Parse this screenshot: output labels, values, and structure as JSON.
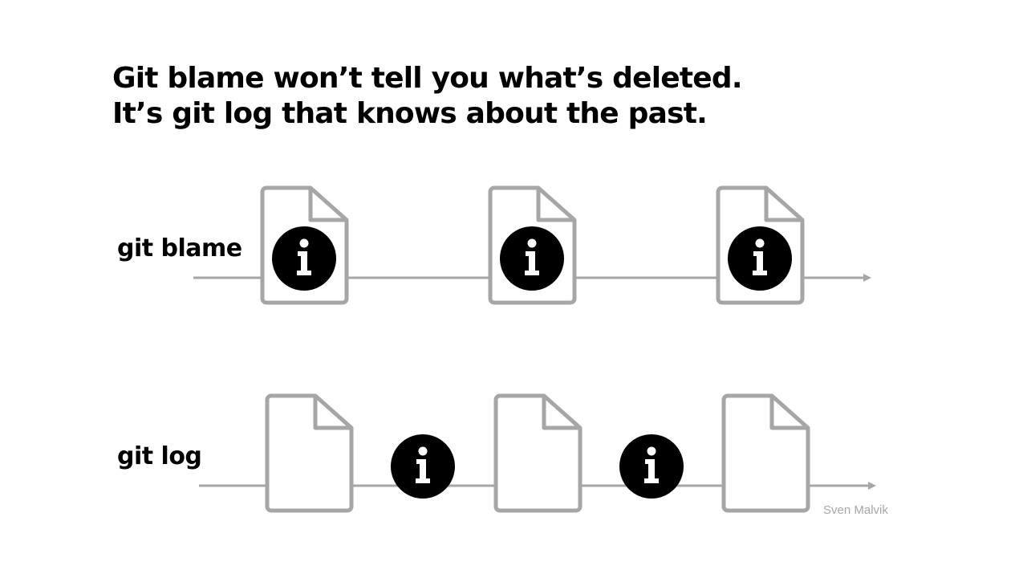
{
  "slide": {
    "title_line1": "Git blame won’t tell you what’s deleted.",
    "title_line2": "It’s git log that knows about the past.",
    "author": "Sven Malvik"
  },
  "rows": {
    "blame": {
      "label": "git blame",
      "items": [
        "file-with-info",
        "file-with-info",
        "file-with-info"
      ]
    },
    "log": {
      "label": "git log",
      "items": [
        "file",
        "info",
        "file",
        "info",
        "file"
      ]
    }
  },
  "icons": {
    "file": "document-icon",
    "info": "info-icon",
    "info_glyph": "i"
  },
  "colors": {
    "text": "#000000",
    "file_outline": "#a6a6a6",
    "timeline": "#a6a6a6",
    "info_circle": "#000000",
    "info_glyph": "#ffffff",
    "author": "#a6a6a6"
  }
}
